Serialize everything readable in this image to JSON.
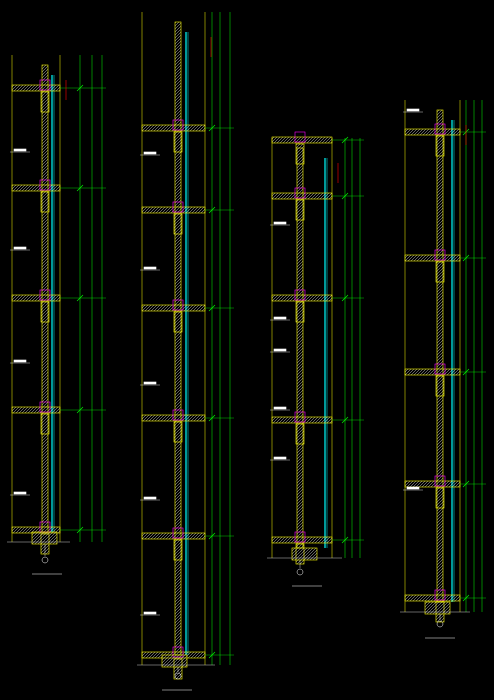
{
  "canvas": {
    "background": "#000000"
  },
  "colors": {
    "wall": "#ffff00",
    "dim": "#00ff00",
    "glass": "#00ffff",
    "bracket": "#ff00ff",
    "text": "#ffffff",
    "axis": "#ff0000",
    "hatch": "#c8c8c8"
  },
  "sections": [
    {
      "id": "section-1",
      "title": "",
      "floors": [
        88,
        188,
        298,
        410,
        530
      ],
      "notes": [
        152,
        250,
        363,
        495
      ]
    },
    {
      "id": "section-2",
      "title": "",
      "floors": [
        128,
        210,
        308,
        418,
        536,
        655
      ],
      "notes": [
        155,
        270,
        385,
        500,
        615
      ]
    },
    {
      "id": "section-3",
      "title": "",
      "floors": [
        140,
        196,
        298,
        420,
        540
      ],
      "notes": [
        225,
        320,
        352,
        410,
        460
      ]
    },
    {
      "id": "section-4",
      "title": "",
      "floors": [
        132,
        258,
        372,
        484,
        598
      ],
      "notes": [
        112,
        490
      ]
    }
  ]
}
